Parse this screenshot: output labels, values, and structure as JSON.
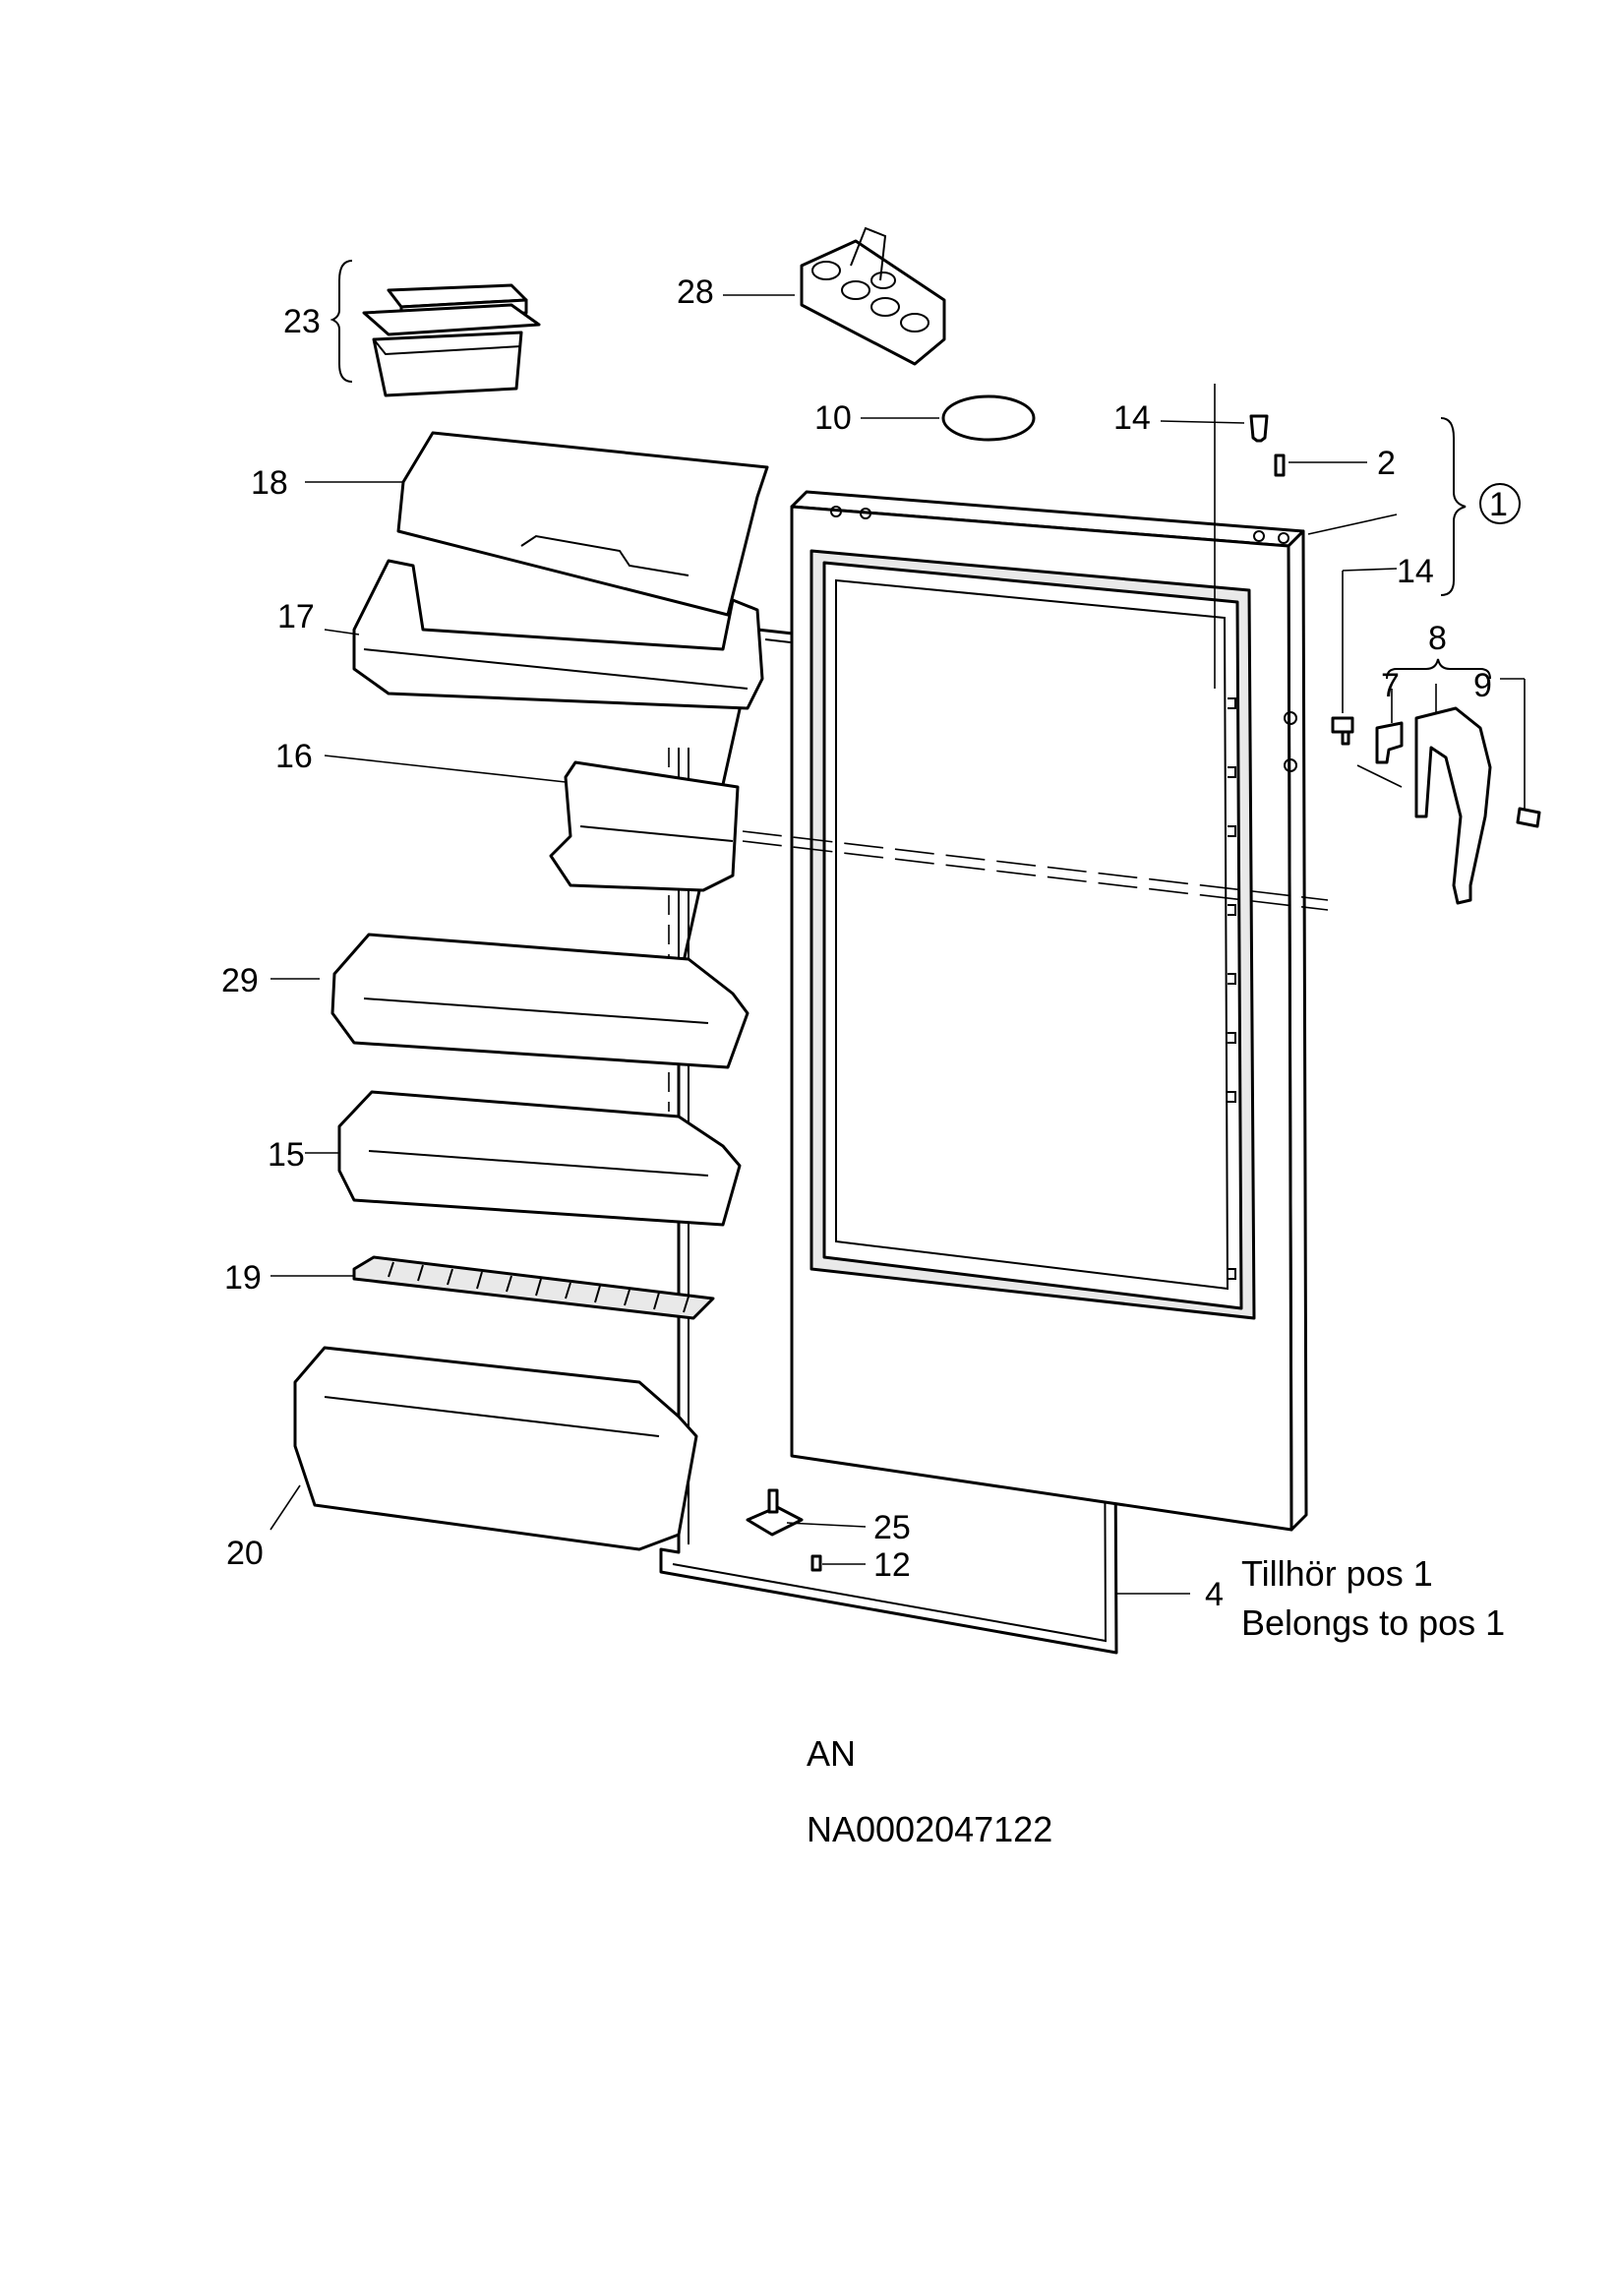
{
  "diagram": {
    "labels": {
      "p1": "1",
      "p2": "2",
      "p4": "4",
      "p7": "7",
      "p8": "8",
      "p9": "9",
      "p10": "10",
      "p12": "12",
      "p14a": "14",
      "p14b": "14",
      "p15": "15",
      "p16": "16",
      "p17": "17",
      "p18": "18",
      "p19": "19",
      "p20": "20",
      "p23": "23",
      "p25": "25",
      "p28": "28",
      "p29": "29"
    },
    "note_line1": "Tillhör pos 1",
    "note_line2": "Belongs to pos 1"
  },
  "footer": {
    "code1": "AN",
    "code2": "NA0002047122"
  }
}
